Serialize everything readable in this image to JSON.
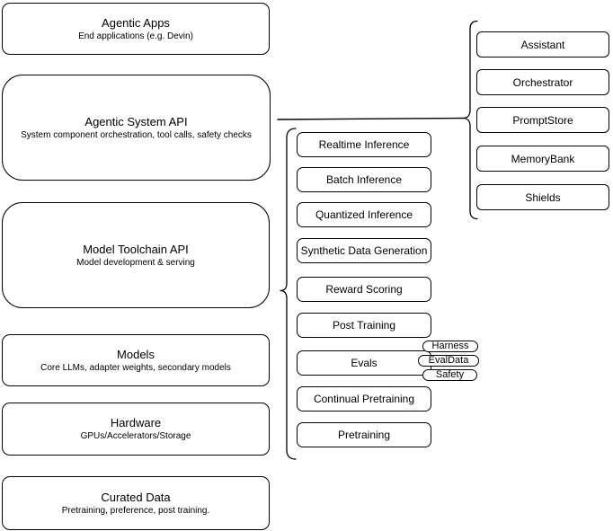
{
  "diagram": {
    "colors": {
      "background": "#ffffff",
      "node_fill": "#ffffff",
      "node_border": "#000000",
      "text": "#000000"
    },
    "left_stack": [
      {
        "title": "Agentic Apps",
        "subtitle": "End applications (e.g. Devin)"
      },
      {
        "title": "Agentic System API",
        "subtitle": "System component orchestration, tool calls, safety checks"
      },
      {
        "title": "Model Toolchain API",
        "subtitle": "Model development & serving"
      },
      {
        "title": "Models",
        "subtitle": "Core LLMs, adapter weights, secondary models"
      },
      {
        "title": "Hardware",
        "subtitle": "GPUs/Accelerators/Storage"
      },
      {
        "title": "Curated Data",
        "subtitle": "Pretraining, preference, post training."
      }
    ],
    "toolchain_services": [
      "Realtime Inference",
      "Batch Inference",
      "Quantized Inference",
      "Synthetic Data Generation",
      "Reward Scoring",
      "Post Training",
      "Evals",
      "Continual Pretraining",
      "Pretraining"
    ],
    "eval_tags": [
      "Harness",
      "EvalData",
      "Safety"
    ],
    "agentic_components": [
      "Assistant",
      "Orchestrator",
      "PromptStore",
      "MemoryBank",
      "Shields"
    ]
  }
}
